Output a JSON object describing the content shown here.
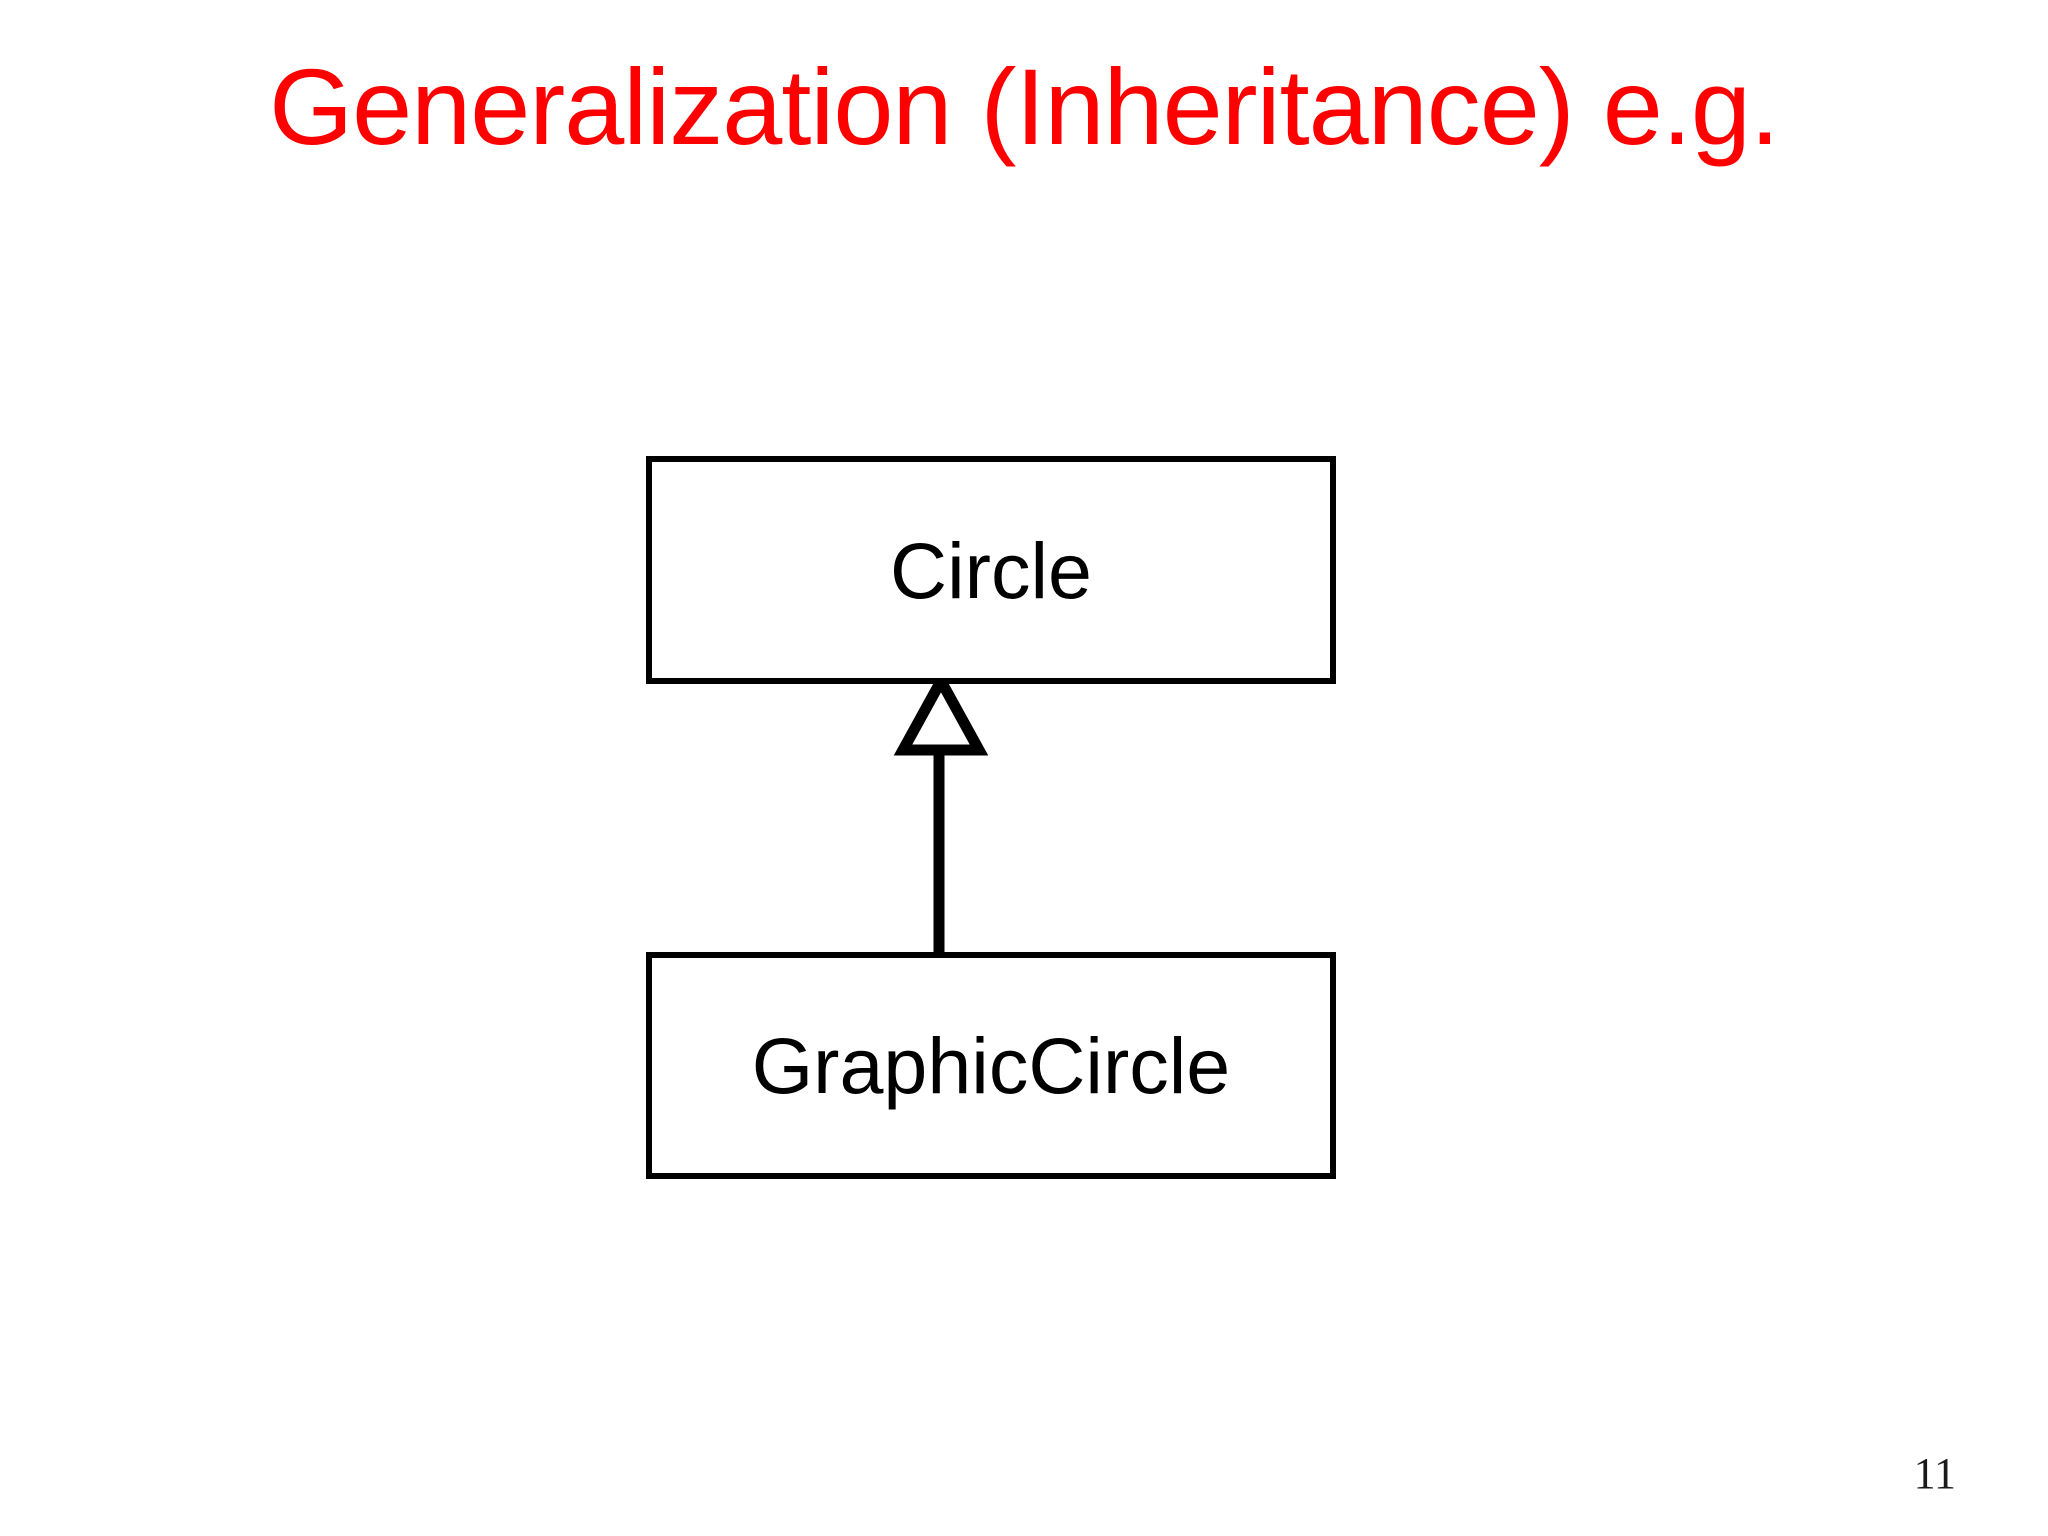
{
  "slide": {
    "title": "Generalization (Inheritance) e.g.",
    "title_color": "#ff0000",
    "background_color": "#ffffff",
    "page_number": "11"
  },
  "diagram": {
    "type": "uml-class-diagram",
    "line_color": "#000000",
    "fill_color": "#ffffff",
    "classes": [
      {
        "name": "Circle",
        "role": "superclass"
      },
      {
        "name": "GraphicCircle",
        "role": "subclass"
      }
    ],
    "relationships": [
      {
        "kind": "generalization",
        "from": "GraphicCircle",
        "to": "Circle",
        "arrowhead": "hollow-triangle"
      }
    ]
  }
}
